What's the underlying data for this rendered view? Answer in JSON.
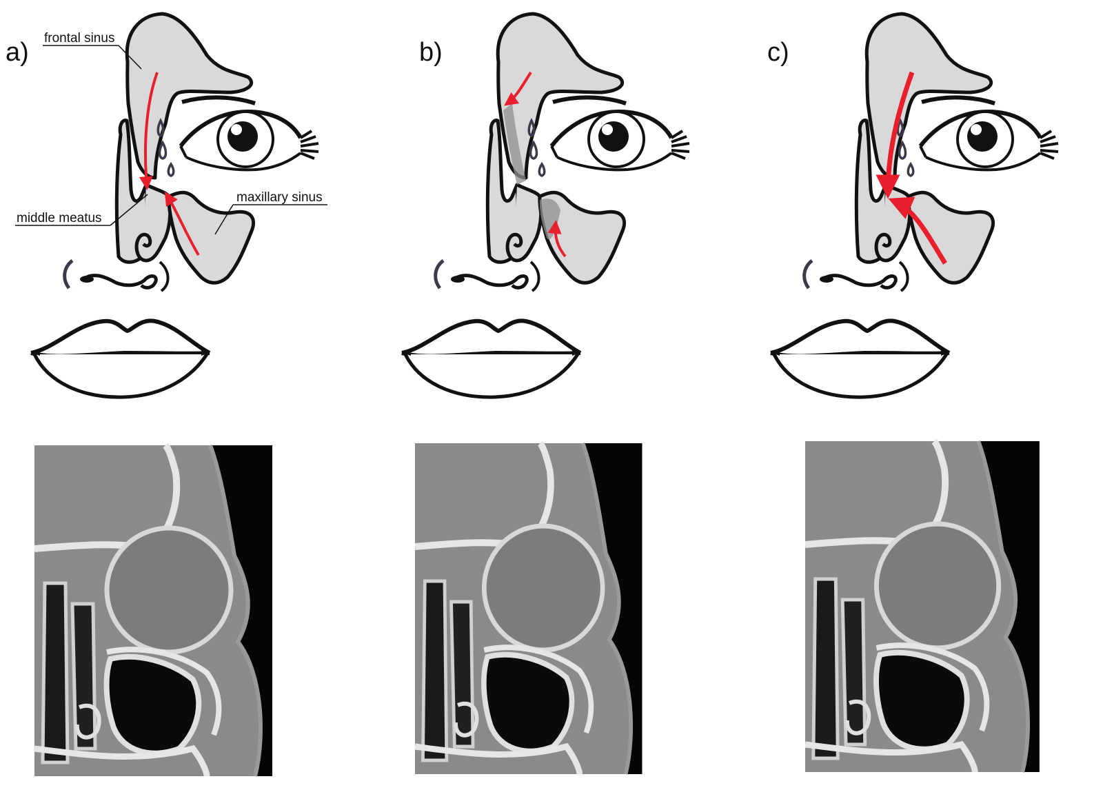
{
  "panels": [
    {
      "id": "a",
      "letter": "a)"
    },
    {
      "id": "b",
      "letter": "b)"
    },
    {
      "id": "c",
      "letter": "c)"
    }
  ],
  "labels": {
    "frontal_sinus": "frontal sinus",
    "maxillary_sinus": "maxillary sinus",
    "middle_meatus": "middle meatus"
  },
  "colors": {
    "sinus_fill": "#d9d9d9",
    "sinus_fill_dark": "#8f8f8f",
    "outline": "#111111",
    "flow_arrow": "#e8202e",
    "ct_soft_tissue": "#8a8a8a",
    "ct_bone": "#e6e6e6",
    "ct_air": "#0a0a0a"
  },
  "ct_scans": [
    {
      "panel": "a",
      "icon": "coronal-ct-scan"
    },
    {
      "panel": "b",
      "icon": "coronal-ct-scan"
    },
    {
      "panel": "c",
      "icon": "coronal-ct-scan"
    }
  ]
}
